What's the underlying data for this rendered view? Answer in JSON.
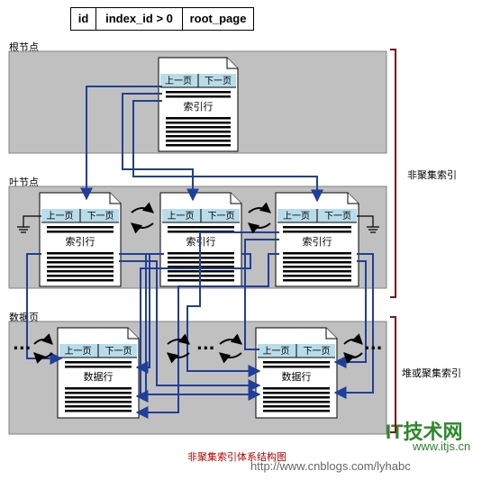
{
  "header": {
    "col_id": "id",
    "col_index": "index_id > 0",
    "col_root": "root_page"
  },
  "levels": {
    "root": "根节点",
    "leaf": "叶节点",
    "data": "数据页"
  },
  "braces": {
    "nonclustered": "非聚集索引",
    "heap_or_clustered": "堆或聚集索引"
  },
  "page_labels": {
    "prev": "上一页",
    "next": "下一页",
    "index_rows": "索引行",
    "data_rows": "数据行"
  },
  "ellipsis": "...",
  "caption": "非聚集索引体系结构图",
  "watermark": {
    "brand": "IT技术网",
    "site": "www.itjs.cn",
    "url": "http://www.cnblogs.com/lyhabc"
  },
  "colors": {
    "panel": "#c0c0c0",
    "header_strip": "#b8dcea",
    "arrow": "#1f3f9a",
    "brace": "#8b1010"
  }
}
